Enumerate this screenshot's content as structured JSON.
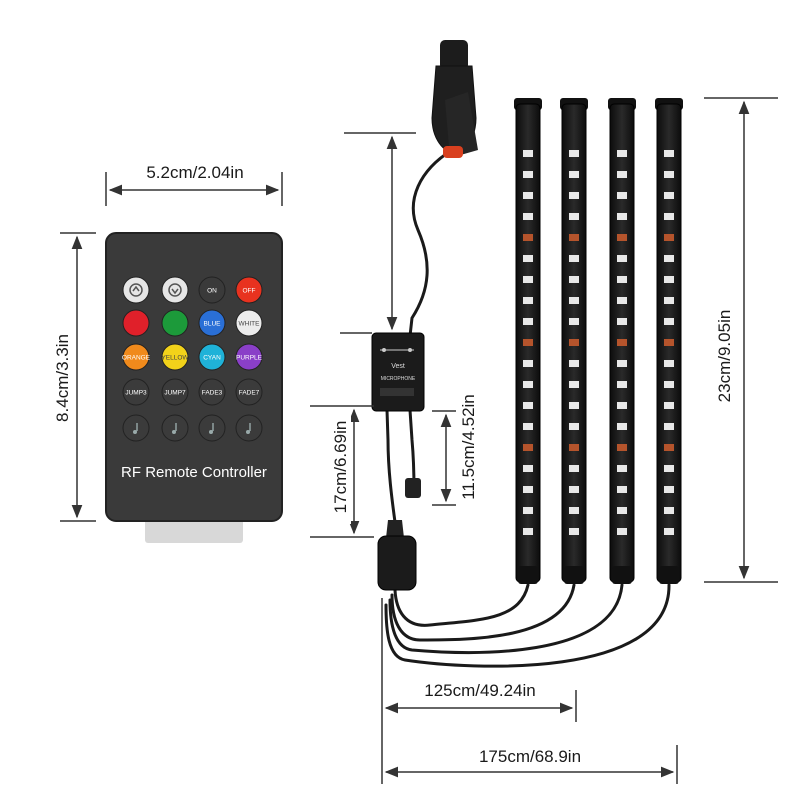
{
  "remote": {
    "title": "RF Remote Controller",
    "buttons": [
      {
        "label": "",
        "color": "#e6e6e6",
        "icon": "brightness-up-icon"
      },
      {
        "label": "",
        "color": "#e6e6e6",
        "icon": "brightness-down-icon"
      },
      {
        "label": "ON",
        "color": "#3a3a3a"
      },
      {
        "label": "OFF",
        "color": "#e8321f"
      },
      {
        "label": "",
        "color": "#e0202a"
      },
      {
        "label": "",
        "color": "#1c9a3a"
      },
      {
        "label": "BLUE",
        "color": "#2a6fd6"
      },
      {
        "label": "WHITE",
        "color": "#ececec"
      },
      {
        "label": "ORANGE",
        "color": "#f08a1c"
      },
      {
        "label": "YELLOW",
        "color": "#f2d21a"
      },
      {
        "label": "CYAN",
        "color": "#1fb2d8"
      },
      {
        "label": "PURPLE",
        "color": "#8a3fc8"
      },
      {
        "label": "JUMP3",
        "color": "#3b3b3b"
      },
      {
        "label": "JUMP7",
        "color": "#3b3b3b"
      },
      {
        "label": "FADE3",
        "color": "#3b3b3b"
      },
      {
        "label": "FADE7",
        "color": "#3b3b3b"
      },
      {
        "label": "",
        "color": "#3b3b3b",
        "icon": "music-icon"
      },
      {
        "label": "",
        "color": "#3b3b3b",
        "icon": "music-icon"
      },
      {
        "label": "",
        "color": "#3b3b3b",
        "icon": "music-icon"
      },
      {
        "label": "",
        "color": "#3b3b3b",
        "icon": "music-icon"
      }
    ]
  },
  "dimensions": {
    "remote_width": "5.2cm/2.04in",
    "remote_height": "8.4cm/3.3in",
    "cable_to_plug": "17cm/6.69in",
    "controller_to_splitter": "11.5cm/4.52in",
    "strip_length": "23cm/9.05in",
    "short_cable": "125cm/49.24in",
    "long_cable": "175cm/68.9in"
  },
  "controller_box": {
    "label_lines": [
      "Vest",
      "MICROPHONE"
    ]
  },
  "colors": {
    "device_body": "#1c1c1c",
    "remote_body": "#3c3c3c",
    "accent_led": "#c0392b",
    "dimension_line": "#333333"
  }
}
